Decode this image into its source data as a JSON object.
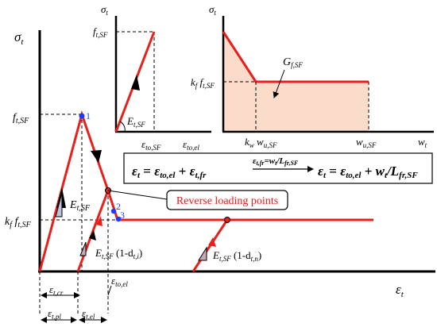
{
  "colors": {
    "curve": "#e8201c",
    "axis": "#000000",
    "point": "#1a3cff",
    "triangle_fill": "#b7c4dc",
    "triangle_fill2": "#c9a8b4",
    "energy_fill": "#fbdccb"
  },
  "main": {
    "y_axis_sub": "t",
    "x_axis_sub": "t",
    "f_t_sf": "f",
    "f_t_sf_sub": "t,SF",
    "kf": "k",
    "kf_sub": "f",
    "kf_f": " f",
    "kf_f_sub": "t,SF",
    "pt1": "1",
    "pt2": "2",
    "pt3": "3",
    "E_label": "E",
    "E_sub": "t,SF",
    "unload1_E": "E",
    "unload1_sub": "t,SF",
    "unload1_rest": " (1-d",
    "unload1_d_sub": "t,i",
    "unload1_close": ")",
    "unload2_E": "E",
    "unload2_sub": "t,SF",
    "unload2_rest": " (1-d",
    "unload2_d_sub": "t,n",
    "unload2_close": ")",
    "callout": "Reverse loading points",
    "eps_cr_sub": "t,cr",
    "eps_pl_sub": "t,pl",
    "eps_el_sub": "t,el",
    "eps_toel_sub": "to,el"
  },
  "inset1": {
    "y_sub": "t",
    "f_label": "f",
    "f_sub": "t,SF",
    "E_label": "E",
    "E_sub": "t,SF",
    "x1_sub": "to,SF",
    "x2_sub": "to,el"
  },
  "inset2": {
    "y_sub": "t",
    "G_label": "G",
    "G_sub": "f,SF",
    "kf": "k",
    "kf_sub": "f",
    "kf_f": " f",
    "kf_f_sub": "t,SF",
    "kw": "k",
    "kw_sub": "w",
    "kw_w": " w",
    "kw_w_sub": "u,SF",
    "wu": "w",
    "wu_sub": "u,SF",
    "wt": "w",
    "wt_sub": "t"
  },
  "equation": {
    "eps": "ε",
    "t": "t",
    "eq": " = ",
    "plus": " + ",
    "to_el": "to,el",
    "t_fr": "t,fr",
    "arrow_top": "ε",
    "arrow_top_sub": "t,fr",
    "arrow_top_rest": "=w",
    "arrow_top_rest_sub": "t",
    "arrow_top_div": "/L",
    "arrow_top_div_sub": "fr,SF",
    "w": "w",
    "div": "/L",
    "fr_sf": "fr,SF"
  }
}
